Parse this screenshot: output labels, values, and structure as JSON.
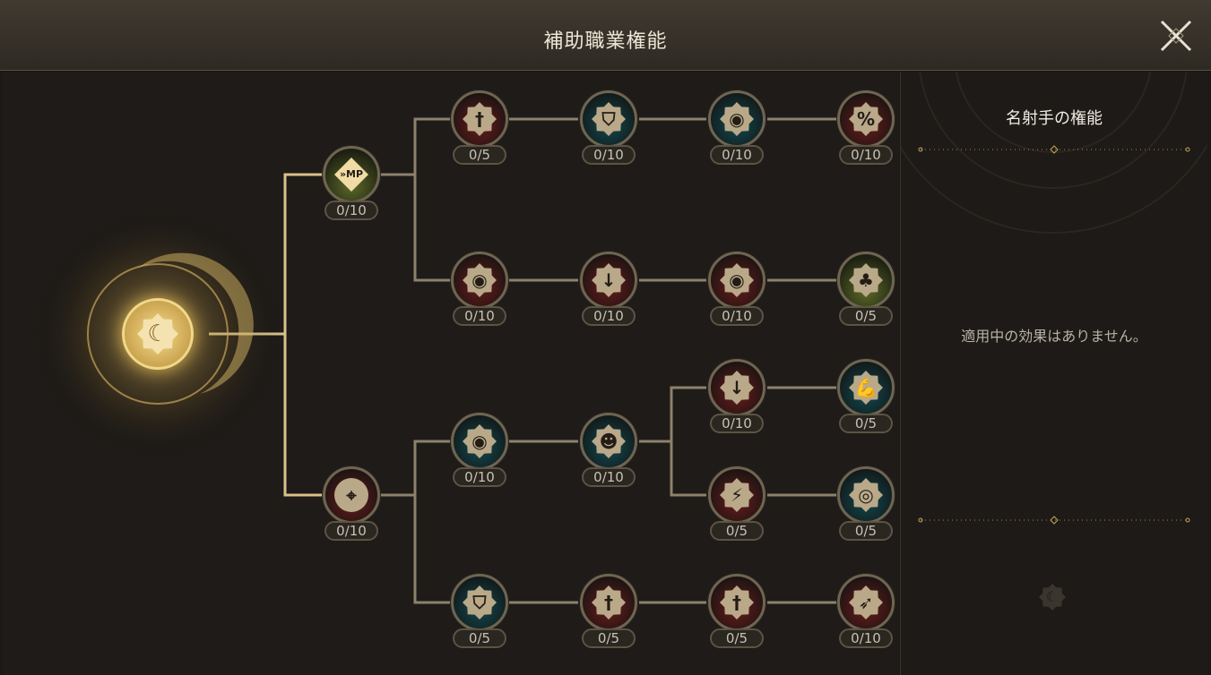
{
  "header": {
    "title": "補助職業権能",
    "close_icon": "close-x-icon"
  },
  "info_panel": {
    "title": "名射手の権能",
    "empty_text": "適用中の効果はありません。"
  },
  "colors": {
    "line": "#b9a98a",
    "gold": "#e8c56a"
  },
  "root": {
    "icon": "crescent-star-emblem-icon"
  },
  "branches": [
    {
      "icon": "mp-boost-icon",
      "level": "0/10"
    },
    {
      "icon": "crosshair-icon",
      "level": "0/10"
    }
  ],
  "nodes": [
    {
      "icon": "sword-icon",
      "level": "0/5"
    },
    {
      "icon": "shield-icon",
      "level": "0/10"
    },
    {
      "icon": "eye-icon",
      "level": "0/10"
    },
    {
      "icon": "percent-burst-icon",
      "level": "0/10"
    },
    {
      "icon": "eye-icon",
      "level": "0/10"
    },
    {
      "icon": "blade-icon",
      "level": "0/10"
    },
    {
      "icon": "eye-icon",
      "level": "0/10"
    },
    {
      "icon": "clover-icon",
      "level": "0/5"
    },
    {
      "icon": "blade-icon",
      "level": "0/10"
    },
    {
      "icon": "muscle-icon",
      "level": "0/5"
    },
    {
      "icon": "eye-icon",
      "level": "0/10"
    },
    {
      "icon": "person-speed-icon",
      "level": "0/10"
    },
    {
      "icon": "boot-icon",
      "level": "0/5"
    },
    {
      "icon": "book-eye-icon",
      "level": "0/5"
    },
    {
      "icon": "shield-icon",
      "level": "0/5"
    },
    {
      "icon": "sword-icon",
      "level": "0/5"
    },
    {
      "icon": "sword-icon",
      "level": "0/5"
    },
    {
      "icon": "arrow-burst-icon",
      "level": "0/10"
    }
  ]
}
